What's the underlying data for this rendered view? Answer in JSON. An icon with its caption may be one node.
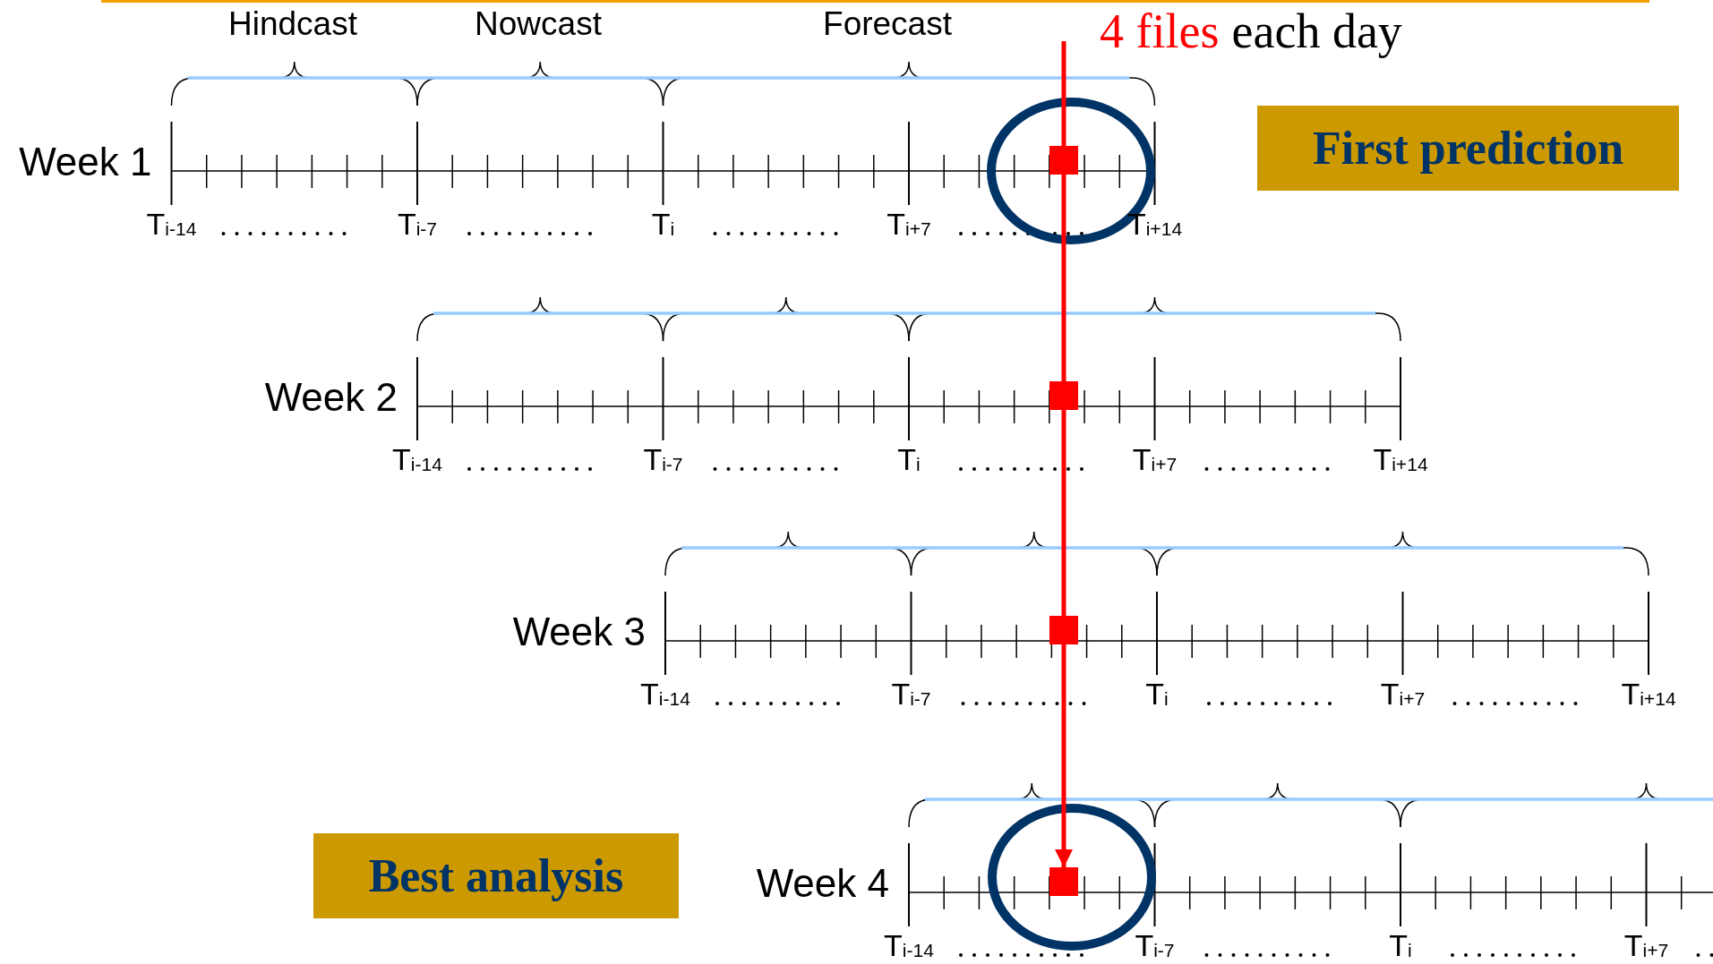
{
  "diagram": {
    "nodes": [
      {
        "text": [
          "First prediction"
        ]
      },
      {
        "text": [],
        "shape": "box"
      },
      {
        "text": [],
        "shape": "box"
      },
      {
        "text": [],
        "shape": "box"
      },
      {
        "text": [],
        "shape": "box"
      },
      {
        "text": [
          "Best analysis"
        ]
      }
    ],
    "edges": [
      {
        "from": null,
        "to": 4,
        "arrow": "to",
        "color": "#ff0000"
      }
    ],
    "labels": [
      "Hindcast",
      "Nowcast",
      "Forecast",
      "4 files",
      "each day",
      "Week 1",
      "T$_{i-14}$",
      "T$_{i-7}$",
      "T$_{i}$",
      "T$_{i+7}$",
      "T$_{i+14}$",
      "Week 2",
      "T$_{i-14}$",
      "T$_{i-7}$",
      "T$_{i}$",
      "T$_{i+7}$",
      "T$_{i+14}$",
      "Week 3",
      "T$_{i-14}$",
      "T$_{i-7}$",
      "T$_{i}$",
      "T$_{i+7}$",
      "T$_{i+14}$",
      "Week 4",
      "T$_{i-14}$",
      "T$_{i-7}$",
      "T$_{i}$",
      "T$_{i+7}$"
    ]
  }
}
